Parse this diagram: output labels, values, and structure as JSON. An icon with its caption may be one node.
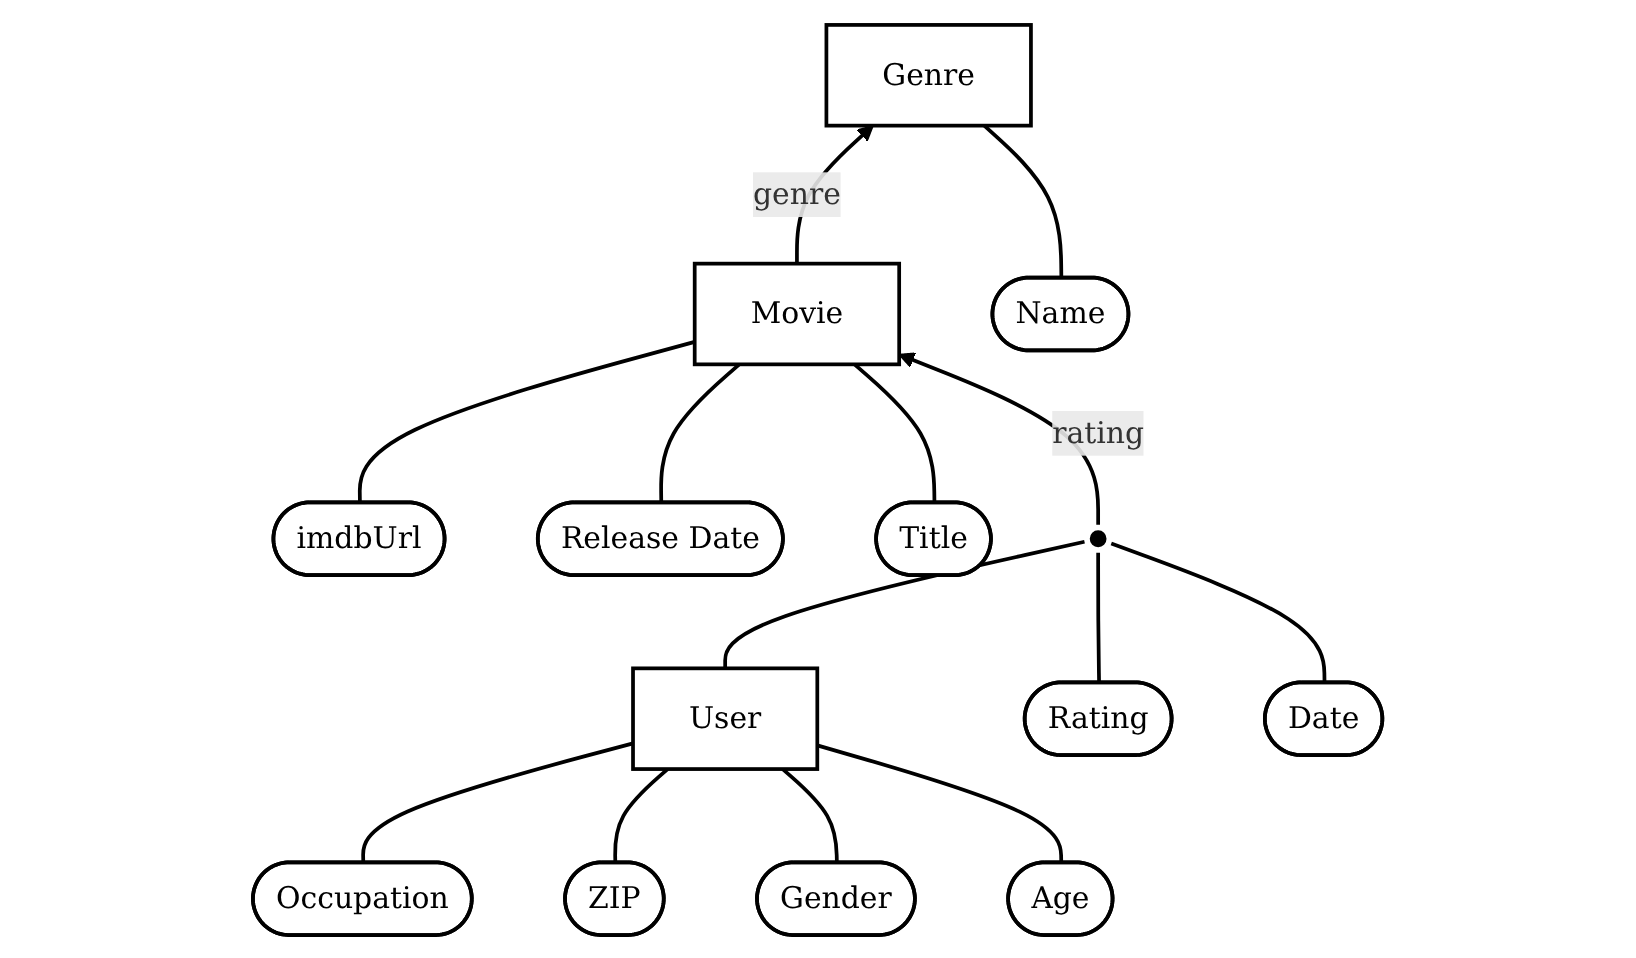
{
  "diagram": {
    "nodes": [
      {
        "text": [
          "Release Date"
        ]
      },
      {
        "text": [
          "imdbUrl"
        ]
      },
      {
        "text": [
          "Title"
        ]
      },
      {
        "text": [
          "Movie"
        ]
      },
      {
        "text": [
          "Occupation"
        ]
      },
      {
        "text": [
          "ZIP"
        ]
      },
      {
        "text": [
          "Name"
        ]
      },
      {
        "text": [
          "Gender"
        ]
      },
      {
        "text": [],
        "shape": "point"
      },
      {
        "text": [
          "Genre"
        ]
      },
      {
        "text": [
          "Rating"
        ]
      },
      {
        "text": [
          "User"
        ]
      },
      {
        "text": [
          "Age"
        ]
      },
      {
        "text": [
          "Date"
        ]
      }
    ],
    "edges": [
      {
        "from": 1,
        "to": 3,
        "arrow": "none"
      },
      {
        "from": 0,
        "to": 3,
        "arrow": "none"
      },
      {
        "from": 2,
        "to": 3,
        "arrow": "none"
      },
      {
        "from": 4,
        "to": 11,
        "arrow": "none"
      },
      {
        "from": 5,
        "to": 11,
        "arrow": "none"
      },
      {
        "from": 7,
        "to": 11,
        "arrow": "none"
      },
      {
        "from": 12,
        "to": 11,
        "arrow": "none"
      },
      {
        "from": 11,
        "to": 8,
        "arrow": "none"
      },
      {
        "from": 8,
        "to": 3,
        "arrow": "to",
        "label": "rating"
      },
      {
        "from": 10,
        "to": 8,
        "arrow": "none"
      },
      {
        "from": 13,
        "to": 8,
        "arrow": "none"
      },
      {
        "from": 3,
        "to": 9,
        "arrow": "to",
        "label": "genre"
      },
      {
        "from": 6,
        "to": 9,
        "arrow": "none"
      }
    ]
  }
}
